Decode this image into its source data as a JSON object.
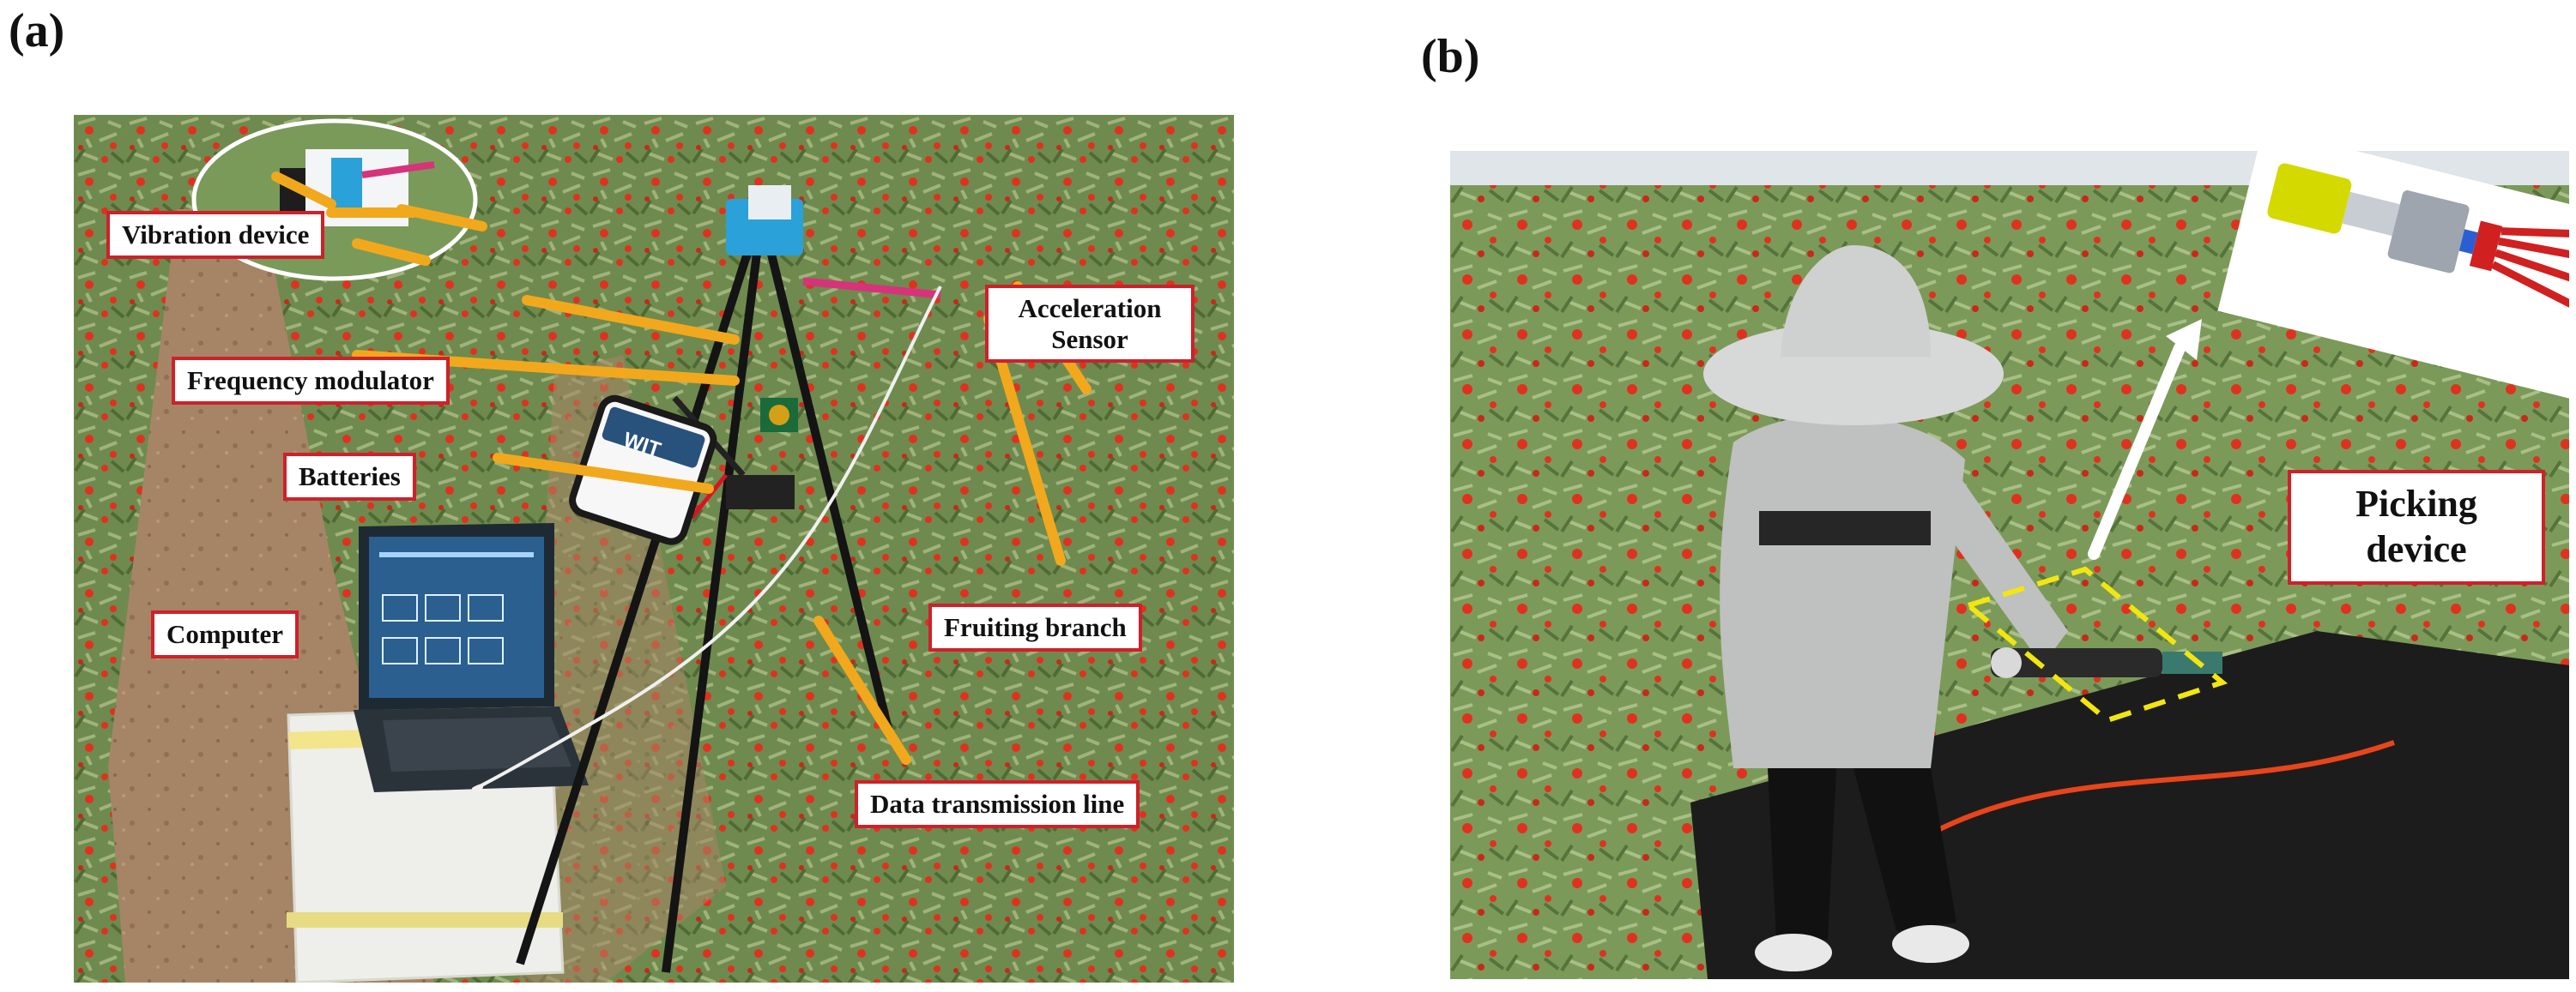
{
  "figure": {
    "panel_a_letter": "(a)",
    "panel_b_letter": "(b)"
  },
  "panel_a": {
    "labels": {
      "vibration_device": "Vibration device",
      "frequency_modulator": "Frequency modulator",
      "batteries": "Batteries",
      "computer": "Computer",
      "acceleration_sensor_line1": "Acceleration",
      "acceleration_sensor_line2": "Sensor",
      "fruiting_branch": "Fruiting branch",
      "data_transmission_line": "Data transmission line"
    },
    "sensor_logo": "WIT"
  },
  "panel_b": {
    "labels": {
      "picking_device_line1": "Picking",
      "picking_device_line2": "device"
    }
  },
  "colors": {
    "label_border": "#d0202a",
    "arrow_orange": "#f2a81d",
    "foliage": "#6f8a4e",
    "berry": "#e0311f",
    "ground": "#9a7a5e",
    "highlight_box": "#f3e60f"
  }
}
